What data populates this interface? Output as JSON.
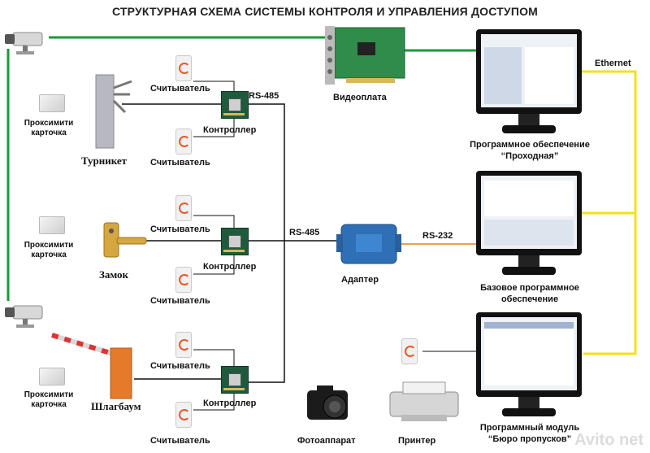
{
  "title": "СТРУКТУРНАЯ СХЕМА СИСТЕМЫ КОНТРОЛЯ И УПРАВЛЕНИЯ ДОСТУПОМ",
  "labels": {
    "reader": "Считыватель",
    "controller": "Контроллер",
    "proximity_card": "Проксимити карточка",
    "turnstile": "Турникет",
    "lock": "Замок",
    "barrier": "Шлагбаум",
    "rs485_top": "RS-485",
    "rs485_mid": "RS-485",
    "rs232": "RS-232",
    "adapter": "Адаптер",
    "video_card": "Видеоплата",
    "ethernet": "Ethernet",
    "camera": "Фотоаппарат",
    "printer": "Принтер",
    "software_checkpoint_line1": "Программное обеспечение",
    "software_checkpoint_line2": "“Проходная”",
    "base_software_line1": "Базовое программное",
    "base_software_line2": "обеспечение",
    "pass_module_line1": "Программный модуль",
    "pass_module_line2": "“Бюро пропусков”"
  },
  "watermark": "Avito net",
  "colors": {
    "green_link": "#1a9a3a",
    "yellow_link": "#f2e21a",
    "orange_link": "#e8a24a",
    "black_link": "#111111",
    "adapter_blue": "#2f6fb5"
  }
}
